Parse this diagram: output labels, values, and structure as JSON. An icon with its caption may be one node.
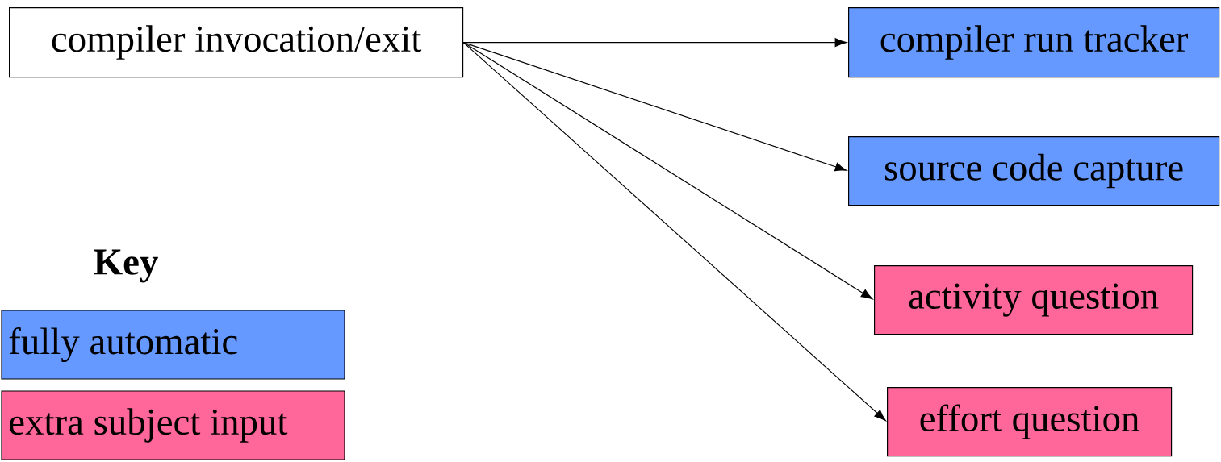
{
  "diagram": {
    "nodes": [
      {
        "text": [
          "compiler invocation/exit"
        ]
      },
      {
        "text": [
          "compiler run tracker"
        ]
      },
      {
        "text": [
          "source code capture"
        ]
      },
      {
        "text": [
          "activity question"
        ]
      },
      {
        "text": [
          "effort question"
        ]
      }
    ],
    "edges": [
      {
        "from": 0,
        "to": 1,
        "arrow": "to"
      },
      {
        "from": 0,
        "to": 2,
        "arrow": "to"
      },
      {
        "from": 0,
        "to": 3,
        "arrow": "to"
      },
      {
        "from": 0,
        "to": 4,
        "arrow": "to"
      }
    ],
    "labels": [
      "Key"
    ],
    "legend": [
      {
        "text": "fully automatic",
        "color": "#6699ff"
      },
      {
        "text": "extra subject input",
        "color": "#ff6699"
      }
    ]
  }
}
